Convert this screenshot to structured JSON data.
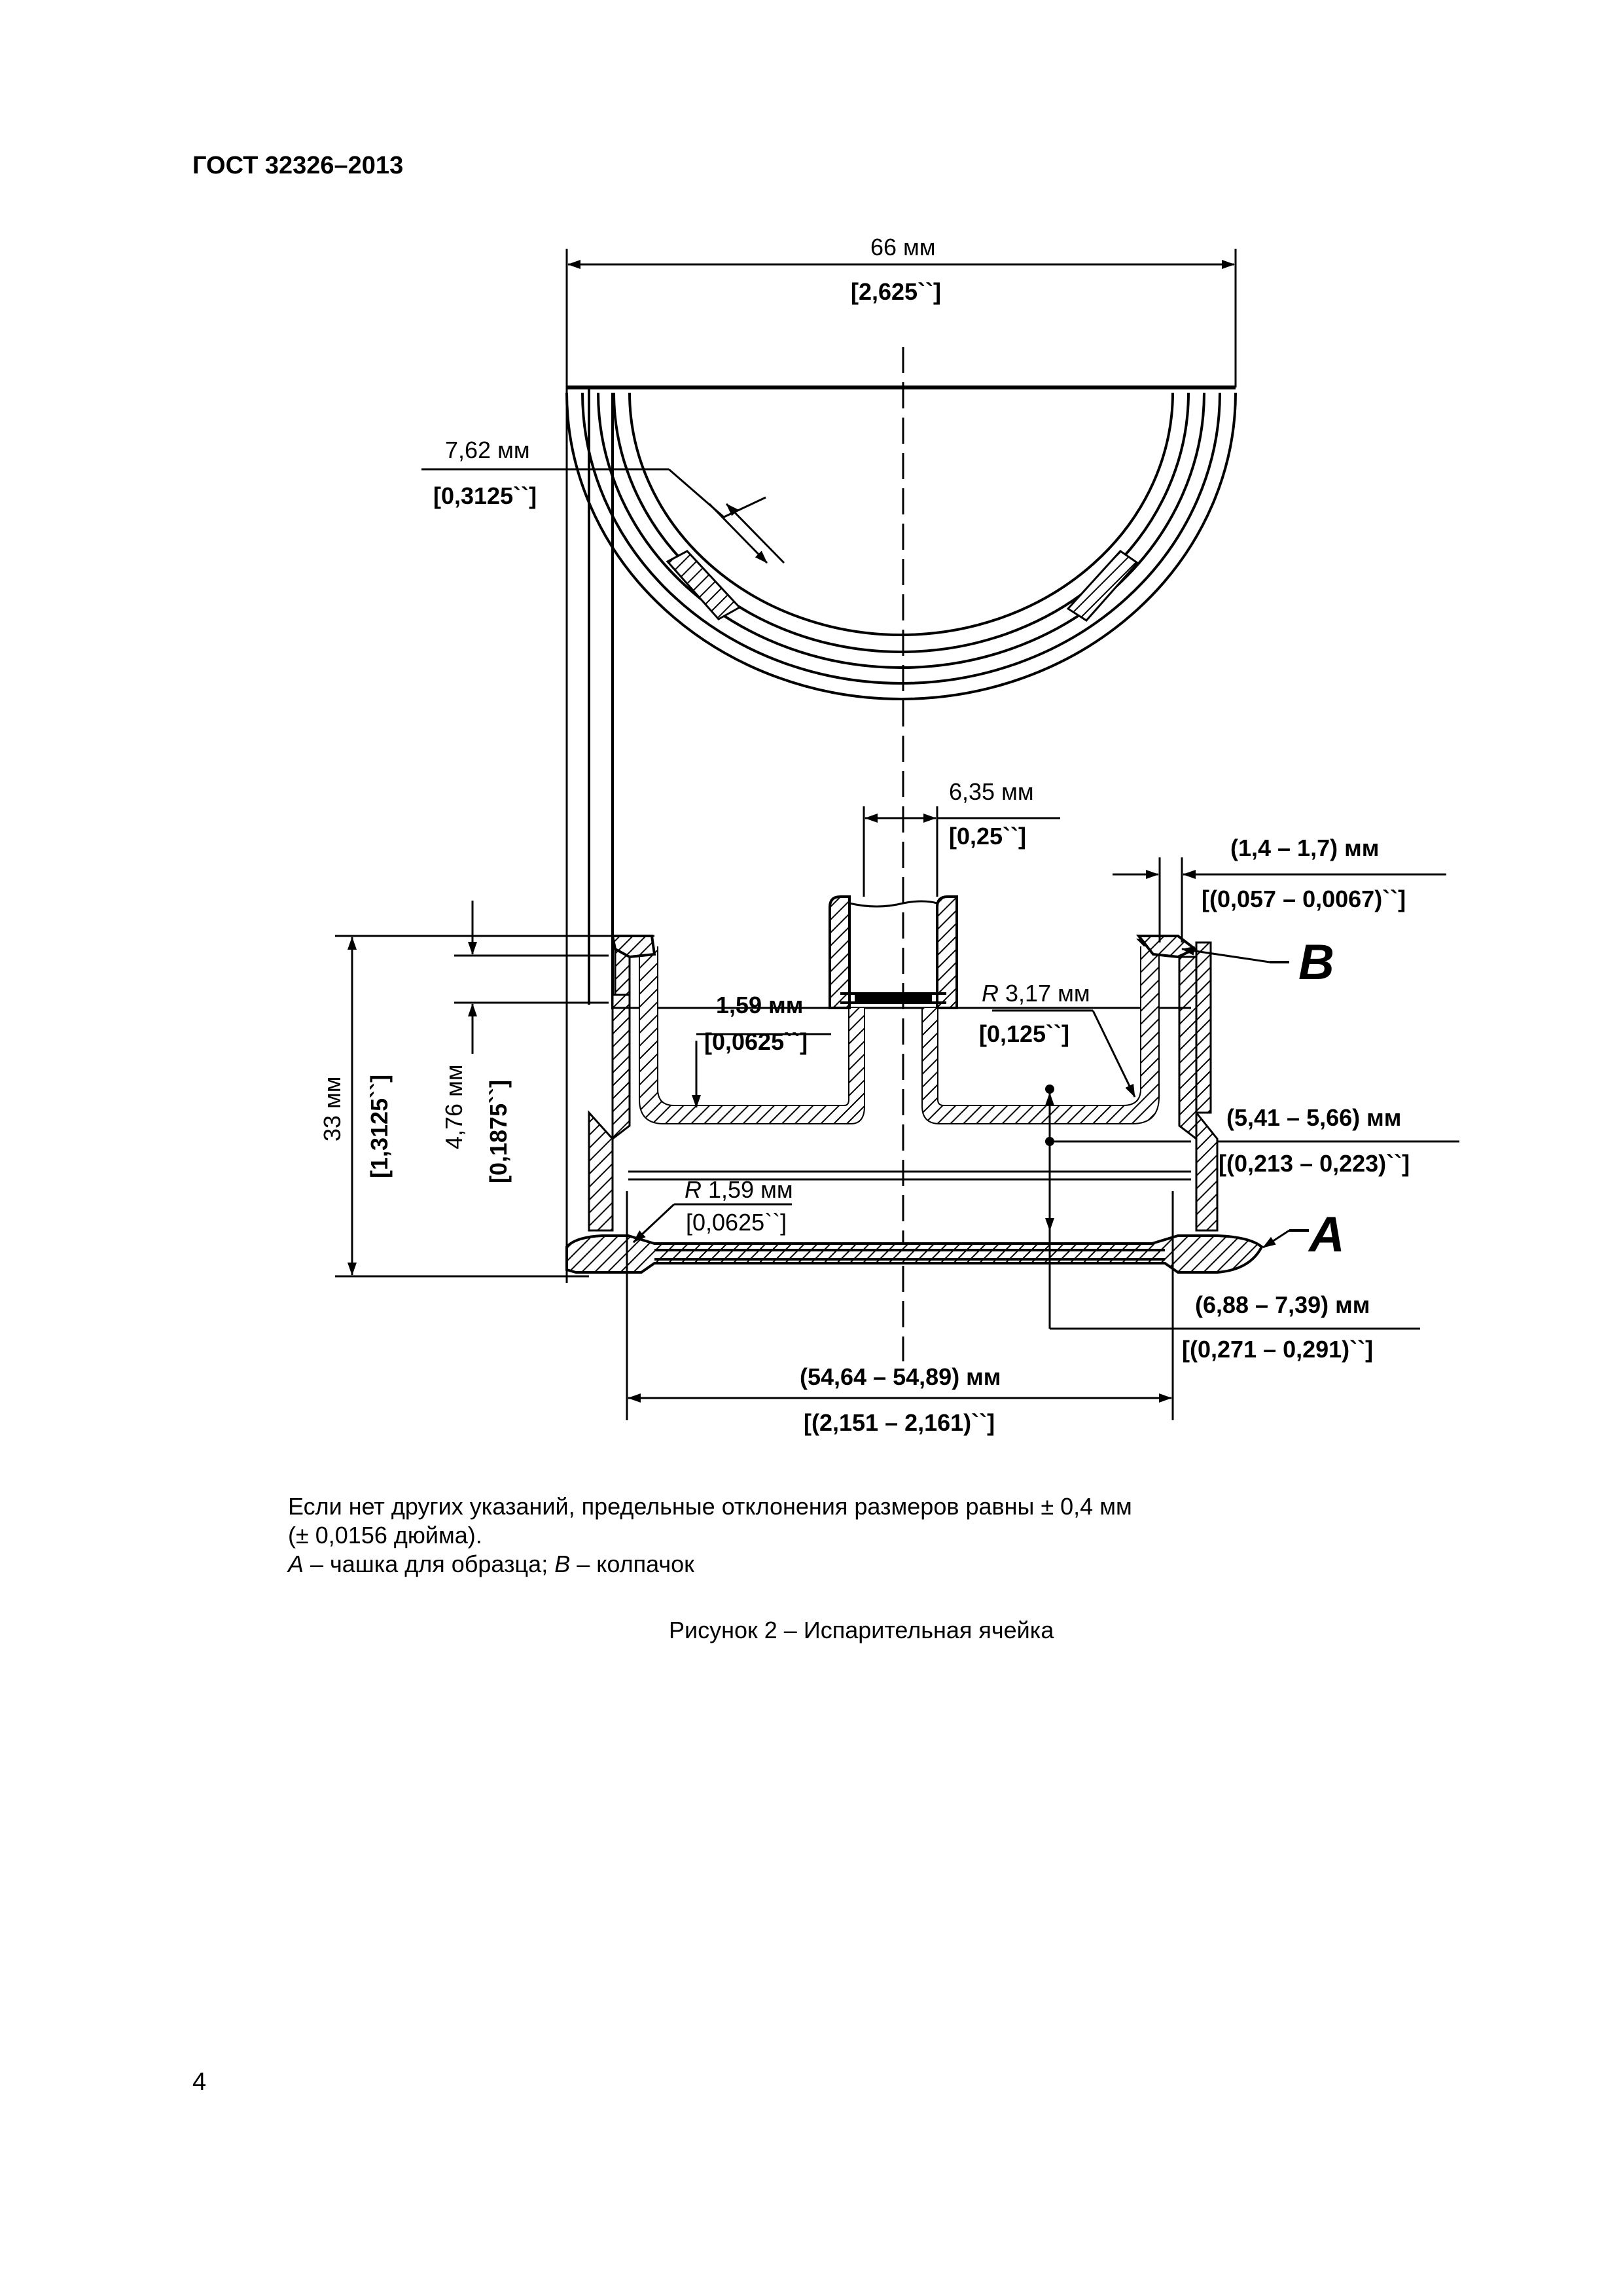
{
  "header": {
    "doc_code": "ГОСТ 32326–2013"
  },
  "figure": {
    "dims": {
      "width_mm": "66 мм",
      "width_in": "[2,625``]",
      "wall_mm": "7,62 мм",
      "wall_in": "[0,3125``]",
      "tube_mm": "6,35 мм",
      "tube_in": "[0,25``]",
      "gap_mm": "(1,4 – 1,7) мм",
      "gap_in": "[(0,057 – 0,0067)``]",
      "r159_mm": "1,59 мм",
      "r159_in": "[0,0625``]",
      "r317_pre": "R",
      "r317_mm": " 3,17 мм",
      "r317_in": "[0,125``]",
      "height_mm": "33 мм",
      "height_in": "[1,3125``]",
      "h476_mm": "4,76 мм",
      "h476_in": "[0,1875``]",
      "d541_mm": "(5,41 – 5,66) мм",
      "d541_in": "[(0,213 – 0,223)``]",
      "rb_pre": "R",
      "rb_mm": " 1,59 мм",
      "rb_in": "[0,0625``]",
      "d688_mm": "(6,88 – 7,39) мм",
      "d688_in": "[(0,271 – 0,291)``]",
      "base_mm": "(54,64 – 54,89) мм",
      "base_in": "[(2,151 – 2,161)``]"
    },
    "callouts": {
      "a": "A",
      "b": "B"
    }
  },
  "notes": {
    "line1": "Если нет других указаний, предельные отклонения размеров равны ± 0,4 мм",
    "line2": "(± 0,0156 дюйма).",
    "a_key": "А",
    "a_text": " – чашка для образца; ",
    "b_key": "В",
    "b_text": " – колпачок"
  },
  "caption": "Рисунок 2 – Испарительная ячейка",
  "page_number": "4"
}
